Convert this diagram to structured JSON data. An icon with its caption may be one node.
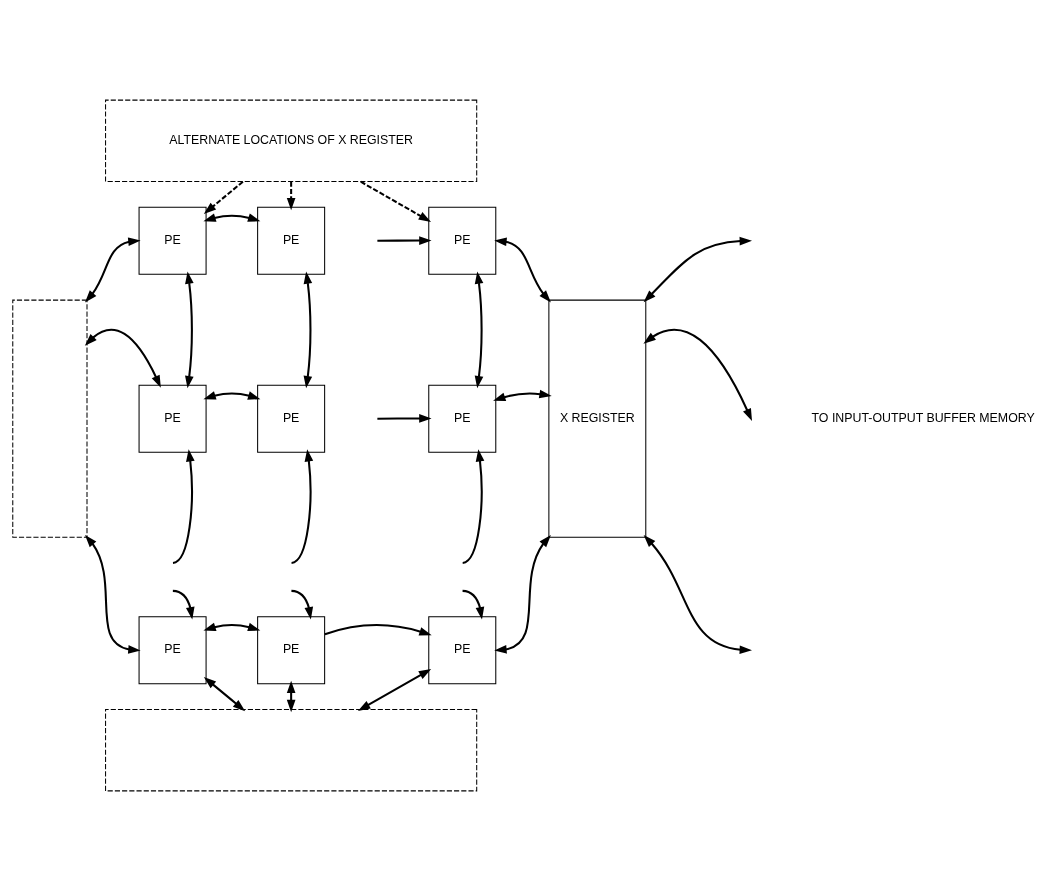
{
  "diagram": {
    "nodes": [
      {
        "text": [
          "ALTERNATE LOCATIONS OF X REGISTER"
        ]
      },
      {
        "text": [],
        "shape": "box"
      },
      {
        "text": [
          "PE"
        ]
      },
      {
        "text": [
          "PE"
        ]
      },
      {
        "text": [
          "PE"
        ]
      },
      {
        "text": [
          "PE"
        ]
      },
      {
        "text": [
          "PE"
        ]
      },
      {
        "text": [
          "PE"
        ]
      },
      {
        "text": [
          "PE"
        ]
      },
      {
        "text": [
          "PE"
        ]
      },
      {
        "text": [
          "PE"
        ]
      },
      {
        "text": [
          "X REGISTER"
        ]
      },
      {
        "text": [],
        "shape": "box"
      }
    ],
    "edges": [
      {
        "from": 0,
        "to": 2,
        "arrow": "to",
        "style": "dashed"
      },
      {
        "from": 0,
        "to": 3,
        "arrow": "to",
        "style": "dashed"
      },
      {
        "from": 0,
        "to": 4,
        "arrow": "to",
        "style": "dashed"
      },
      {
        "from": 1,
        "to": 2,
        "arrow": "both"
      },
      {
        "from": 2,
        "to": 3,
        "arrow": "both"
      },
      {
        "from": null,
        "to": 4,
        "arrow": "to"
      },
      {
        "from": 4,
        "to": 11,
        "arrow": "both"
      },
      {
        "from": 11,
        "to": null,
        "arrow": "both"
      },
      {
        "from": 1,
        "to": 5,
        "arrow": "both"
      },
      {
        "from": 5,
        "to": 6,
        "arrow": "both"
      },
      {
        "from": null,
        "to": 7,
        "arrow": "to"
      },
      {
        "from": 7,
        "to": 11,
        "arrow": "both"
      },
      {
        "from": 11,
        "to": null,
        "arrow": "both"
      },
      {
        "from": 2,
        "to": 5,
        "arrow": "both"
      },
      {
        "from": 3,
        "to": 6,
        "arrow": "both"
      },
      {
        "from": 4,
        "to": 7,
        "arrow": "both"
      },
      {
        "from": null,
        "to": 5,
        "arrow": "to"
      },
      {
        "from": null,
        "to": 6,
        "arrow": "to"
      },
      {
        "from": null,
        "to": 7,
        "arrow": "to"
      },
      {
        "from": null,
        "to": 8,
        "arrow": "to"
      },
      {
        "from": null,
        "to": 9,
        "arrow": "to"
      },
      {
        "from": null,
        "to": 10,
        "arrow": "to"
      },
      {
        "from": 1,
        "to": 8,
        "arrow": "both"
      },
      {
        "from": 8,
        "to": 9,
        "arrow": "both"
      },
      {
        "from": 9,
        "to": 10,
        "arrow": "to"
      },
      {
        "from": 10,
        "to": 11,
        "arrow": "both"
      },
      {
        "from": 11,
        "to": null,
        "arrow": "both"
      },
      {
        "from": 8,
        "to": 12,
        "arrow": "both"
      },
      {
        "from": 9,
        "to": 12,
        "arrow": "both"
      },
      {
        "from": 10,
        "to": 12,
        "arrow": "both"
      }
    ],
    "labels": [
      "TO INPUT-OUTPUT BUFFER MEMORY"
    ]
  }
}
